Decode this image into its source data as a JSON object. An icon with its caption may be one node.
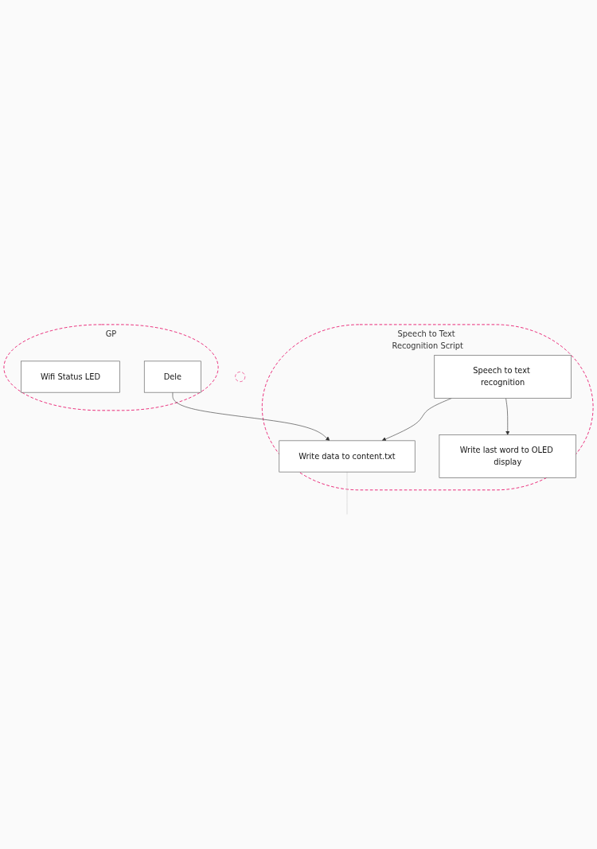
{
  "diagram": {
    "nodes": [
      {
        "text": [
          "GP"
        ]
      },
      {
        "text": [
          "Wifi Status LED"
        ],
        "in": 0
      },
      {
        "text": [
          "Dele"
        ],
        "in": 0
      },
      {
        "text": [
          "Speech to Text Recognition Script"
        ]
      },
      {
        "text": [
          "Speech to text recognition"
        ],
        "in": 3
      },
      {
        "text": [
          "Write data to content.txt"
        ],
        "in": 3
      },
      {
        "text": [
          "Write last word to OLED display"
        ],
        "in": 3
      },
      {
        "text": [],
        "shape": "circle"
      }
    ],
    "edges": [
      {
        "from": 2,
        "to": 5,
        "arrow": "to"
      },
      {
        "from": 4,
        "to": 5,
        "arrow": "to"
      },
      {
        "from": 4,
        "to": 6,
        "arrow": "to"
      },
      {
        "from": 5,
        "to": null,
        "arrow": "none",
        "color": "#cccccc"
      }
    ]
  }
}
